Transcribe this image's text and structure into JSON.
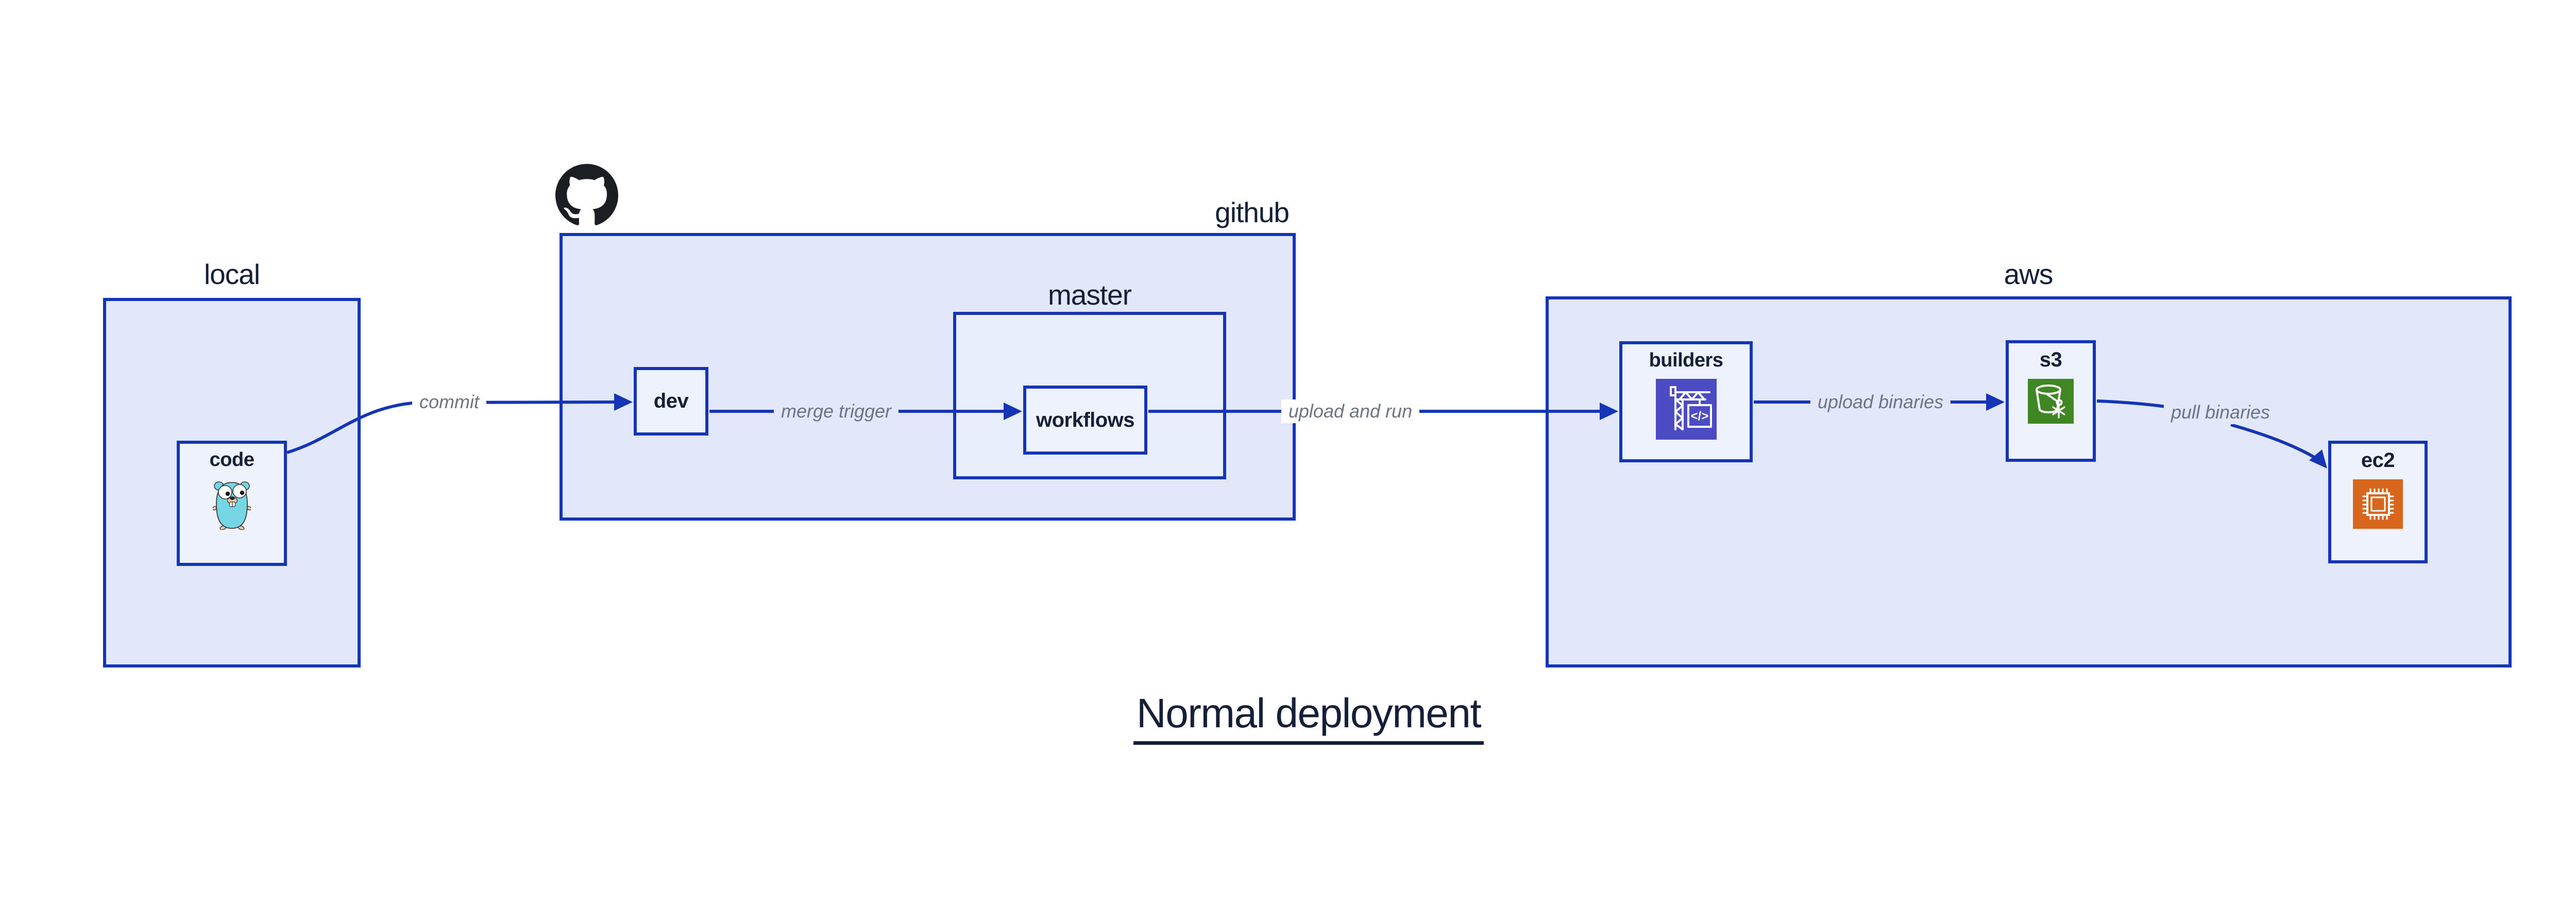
{
  "diagram_title": "Normal deployment",
  "groups": {
    "local": {
      "label": "local"
    },
    "github": {
      "label": "github",
      "logo": "github-octocat-icon"
    },
    "master": {
      "label": "master"
    },
    "aws": {
      "label": "aws"
    }
  },
  "nodes": {
    "code": {
      "label": "code",
      "icon": "go-gopher-icon"
    },
    "dev": {
      "label": "dev"
    },
    "workflows": {
      "label": "workflows"
    },
    "builders": {
      "label": "builders",
      "icon": "codebuild-crane-icon",
      "icon_text": "</>"
    },
    "s3": {
      "label": "s3",
      "icon": "s3-bucket-snowflake-icon"
    },
    "ec2": {
      "label": "ec2",
      "icon": "ec2-chip-icon"
    }
  },
  "edges": {
    "commit": {
      "label": "commit",
      "from": "code",
      "to": "dev"
    },
    "merge_trigger": {
      "label": "merge trigger",
      "from": "dev",
      "to": "workflows"
    },
    "upload_and_run": {
      "label": "upload and run",
      "from": "workflows",
      "to": "builders"
    },
    "upload_binaries": {
      "label": "upload binaries",
      "from": "builders",
      "to": "s3"
    },
    "pull_binaries": {
      "label": "pull binaries",
      "from": "s3",
      "to": "ec2"
    }
  },
  "colors": {
    "edge_blue": "#1435b5",
    "group_fill": "#e2e7fa",
    "master_fill": "#e9eefc",
    "node_fill": "#eef2fd",
    "navy_text": "#161f38",
    "edge_label_gray": "#6e7481",
    "codebuild_purple": "#4d4bc4",
    "s3_green": "#3f8624",
    "ec2_orange": "#d9661d",
    "github_black": "#1b1f23",
    "gopher_teal": "#74d7e3"
  }
}
